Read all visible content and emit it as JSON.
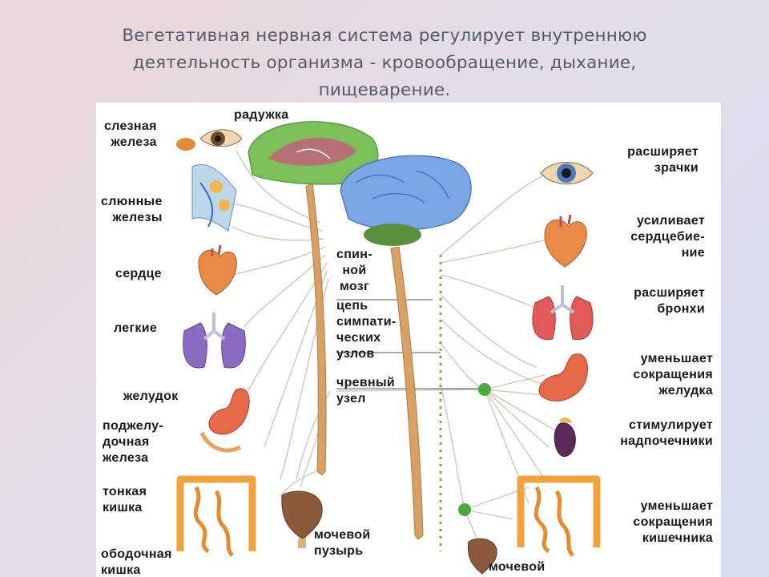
{
  "title": {
    "lines": [
      "Вегетативная нервная система регулирует внутреннюю",
      "деятельность организма - кровообращение, дыхание,",
      "пищеварение."
    ]
  },
  "diagram": {
    "left_labels": {
      "tear_gland": [
        "слезная",
        "железа"
      ],
      "iris": [
        "радужка"
      ],
      "salivary": [
        "слюнные",
        "железы"
      ],
      "heart": [
        "сердце"
      ],
      "lungs": [
        "легкие"
      ],
      "stomach": [
        "желудок"
      ],
      "pancreas": [
        "поджелу-",
        "дочная",
        "железа"
      ],
      "small_intestine": [
        "тонкая",
        "кишка"
      ],
      "colon": [
        "ободочная",
        "кишка"
      ]
    },
    "center_labels": {
      "spinal_cord": [
        "спин-",
        "ной",
        "мозг"
      ],
      "chain": [
        "цепь",
        "симпати-",
        "ческих",
        "узлов"
      ],
      "celiac": [
        "чревный",
        "узел"
      ],
      "bladder_left": [
        "мочевой",
        "пузырь"
      ],
      "bladder_right": [
        "мочевой"
      ]
    },
    "right_labels": {
      "pupils": [
        "расширяет",
        "зрачки"
      ],
      "heartbeat": [
        "усиливает",
        "сердцебие-",
        "ние"
      ],
      "bronchi": [
        "расширяет",
        "бронхи"
      ],
      "stomach_contractions": [
        "уменьшает",
        "сокращения",
        "желудка"
      ],
      "adrenal": [
        "стимулирует",
        "надпочечники"
      ],
      "intestine_contractions": [
        "уменьшает",
        "сокращения",
        "кишечника"
      ]
    },
    "colors": {
      "brain_left": "#7cc05a",
      "brain_right": "#7aa6e6",
      "spinal_cord": "#d9a066",
      "heart": "#e98a48",
      "lungs_left": "#8a6bc4",
      "lungs_right": "#e05a58",
      "stomach": "#e66a4a",
      "intestine": "#f0a23c",
      "ganglion": "#4aa83c",
      "nerve": "#c9c2b2"
    }
  }
}
